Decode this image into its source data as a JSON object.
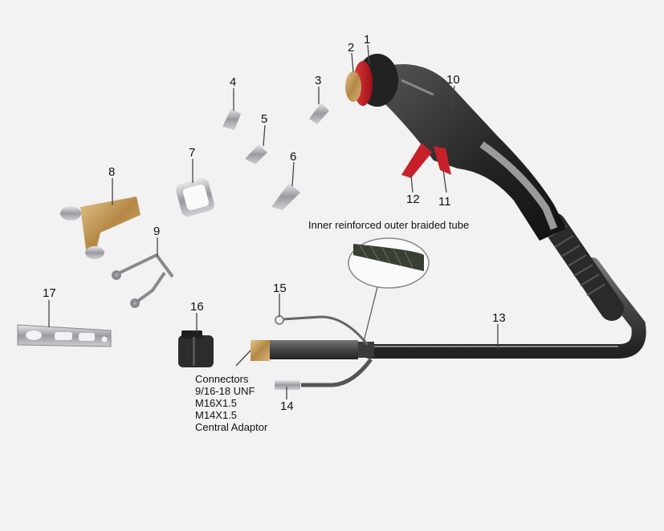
{
  "callouts": {
    "n1": "1",
    "n2": "2",
    "n3": "3",
    "n4": "4",
    "n5": "5",
    "n6": "6",
    "n7": "7",
    "n8": "8",
    "n9": "9",
    "n10": "10",
    "n11": "11",
    "n12": "12",
    "n13": "13",
    "n14": "14",
    "n15": "15",
    "n16": "16",
    "n17": "17"
  },
  "labels": {
    "braided_tube": "Inner reinforced outer braided tube",
    "connectors_title": "Connectors",
    "connector_1": "9/16-18 UNF",
    "connector_2": "M16X1.5",
    "connector_3": "M14X1.5",
    "connector_4": "Central Adaptor"
  },
  "colors": {
    "background": "#f2f2f2",
    "torch_body": "#2a2a2a",
    "accent_red": "#c8202a",
    "cable": "#4a4a4a",
    "brass": "#c8a060",
    "chrome": "#b8b8bc"
  }
}
